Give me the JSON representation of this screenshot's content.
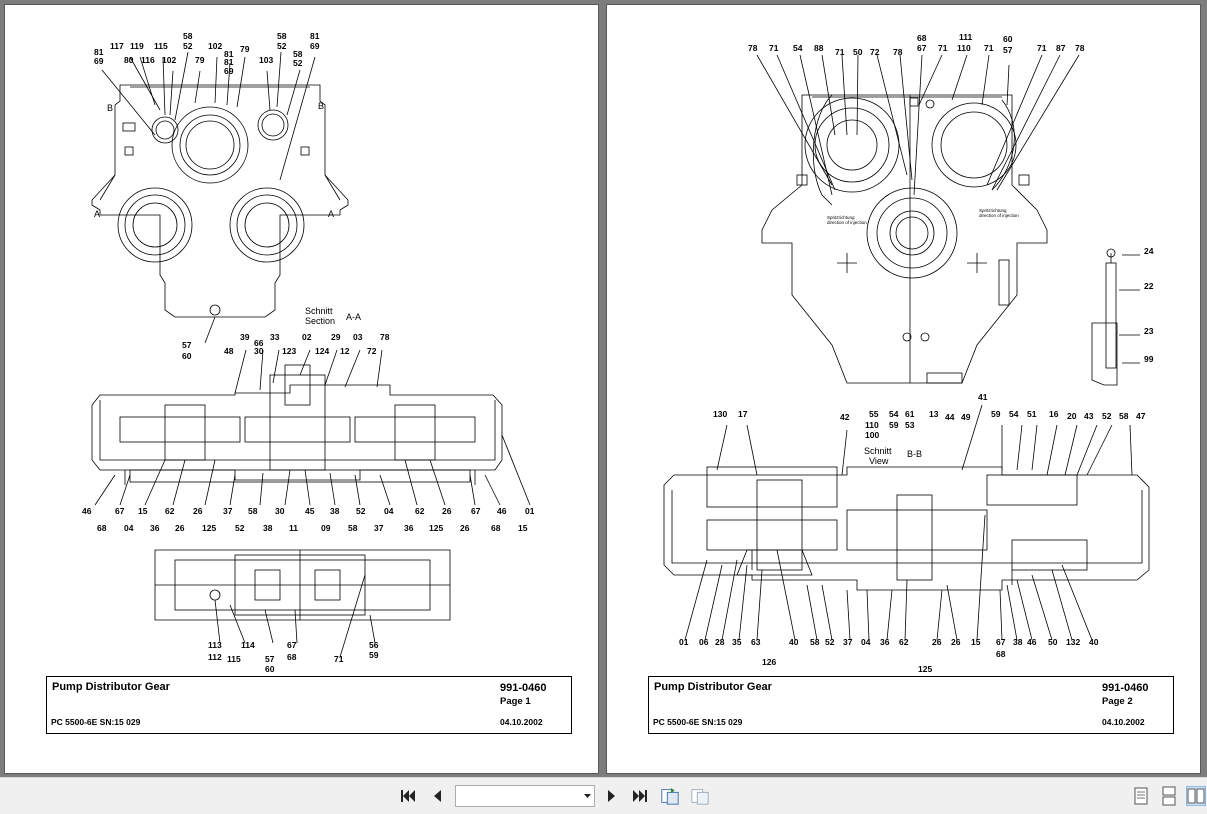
{
  "pages": [
    {
      "title": "Pump Distributor Gear",
      "model": "PC 5500-6E SN:15 029",
      "doc_number": "991-0460",
      "page_label": "Page 1",
      "date": "04.10.2002",
      "section_word_de": "Schnitt",
      "section_word_en": "Section",
      "section_id": "A-A",
      "marker_a": "A",
      "marker_b": "B"
    },
    {
      "title": "Pump Distributor Gear",
      "model": "PC 5500-6E SN:15 029",
      "doc_number": "991-0460",
      "page_label": "Page 2",
      "date": "04.10.2002",
      "section_word_de": "Schnitt",
      "section_word_en": "View",
      "section_id": "B-B",
      "note_de": "Spritzrichtung",
      "note_en": "direction of injection"
    }
  ],
  "callouts": {
    "p1_top": [
      "58",
      "52",
      "102",
      "81",
      "79",
      "58",
      "52",
      "81",
      "69",
      "117",
      "119",
      "115",
      "81",
      "69",
      "80",
      "116",
      "102",
      "79",
      "81",
      "69",
      "103",
      "58",
      "52"
    ],
    "p1_bottom_side": [
      "57",
      "60"
    ],
    "p1_section_top": [
      "39",
      "66",
      "33",
      "02",
      "29",
      "03",
      "78",
      "48",
      "30",
      "123",
      "124",
      "12",
      "72"
    ],
    "p1_section_bottom_row1": [
      "46",
      "67",
      "15",
      "62",
      "26",
      "37",
      "58",
      "30",
      "45",
      "38",
      "52",
      "04",
      "62",
      "26",
      "67",
      "46",
      "01"
    ],
    "p1_section_bottom_row2": [
      "68",
      "04",
      "36",
      "26",
      "125",
      "52",
      "38",
      "11",
      "09",
      "58",
      "37",
      "36",
      "125",
      "26",
      "68",
      "15"
    ],
    "p1_lower_view": [
      "113",
      "114",
      "67",
      "56",
      "112",
      "115",
      "57",
      "68",
      "59",
      "60",
      "71"
    ],
    "p2_top": [
      "78",
      "71",
      "54",
      "88",
      "71",
      "50",
      "72",
      "78",
      "68",
      "67",
      "71",
      "111",
      "110",
      "71",
      "60",
      "57",
      "71",
      "87",
      "78"
    ],
    "p2_side_detail": [
      "24",
      "22",
      "23",
      "99"
    ],
    "p2_mid": [
      "55",
      "54",
      "61",
      "13",
      "44",
      "49",
      "110",
      "59",
      "53",
      "100",
      "41",
      "42"
    ],
    "p2_section_top": [
      "130",
      "17",
      "59",
      "54",
      "51",
      "16",
      "20",
      "43",
      "52",
      "58",
      "47"
    ],
    "p2_section_bottom": [
      "01",
      "06",
      "28",
      "35",
      "63",
      "40",
      "58",
      "52",
      "37",
      "04",
      "36",
      "62",
      "26",
      "26",
      "15",
      "67",
      "38",
      "46",
      "50",
      "132",
      "40",
      "126",
      "125",
      "68"
    ]
  },
  "toolbar": {
    "first_page_icon": "first-page-icon",
    "prev_page_icon": "prev-page-icon",
    "page_select_value": "",
    "next_page_icon": "next-page-icon",
    "last_page_icon": "last-page-icon",
    "view_modes": [
      "single-page-icon",
      "continuous-icon",
      "two-page-icon"
    ]
  },
  "colors": {
    "viewer_bg": "#7d7d7d",
    "toolbar_bg": "#f0f0f0",
    "active_view": "#cfe3f7"
  }
}
